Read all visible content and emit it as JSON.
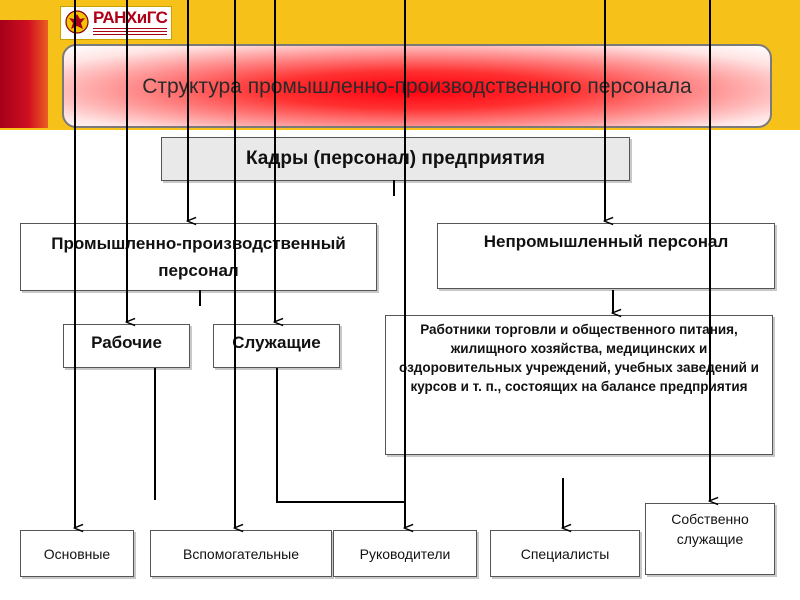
{
  "logo": {
    "name": "РАНХиГС"
  },
  "title": "Структура промышленно-производственного персонала",
  "diagram": {
    "root": "Кадры (персонал) предприятия",
    "ppp": "Промышленно-производственный персонал",
    "neprom": "Непромышленный персонал",
    "rabochie": "Рабочие",
    "sluzhashchie": "Служащие",
    "rabotniki": "Работники торговли и общественного питания, жилищного хозяйства, медицинских и оздоровительных учреждений, учебных заведений и курсов и т. п., состоящих на балансе предприятия",
    "osnovnye": "Основные",
    "vspomogatelnye": "Вспомогательные",
    "rukovoditeli": "Руководители",
    "spetsialisty": "Специалисты",
    "sobstvenno": "Собственно служащие"
  },
  "colors": {
    "background_yellow": "#f6c21a",
    "accent_red": "#ff0010",
    "line": "#000000"
  }
}
